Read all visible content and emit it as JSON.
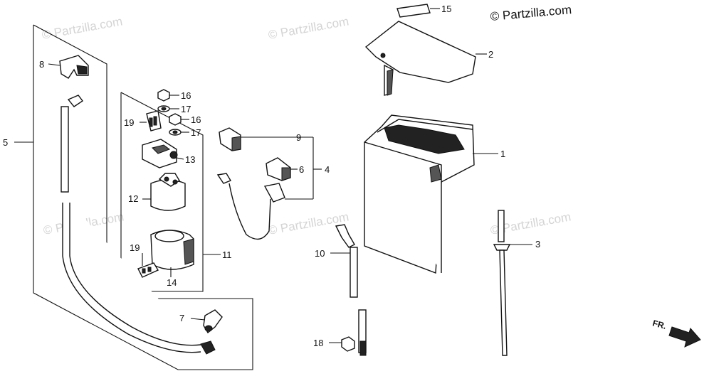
{
  "copyright": "© Partzilla.com",
  "watermark_text": "© Partzilla.com",
  "direction_label": "FR.",
  "callouts": [
    "1",
    "2",
    "3",
    "4",
    "5",
    "6",
    "7",
    "8",
    "9",
    "10",
    "11",
    "12",
    "13",
    "14",
    "15",
    "16",
    "16",
    "17",
    "17",
    "18",
    "19",
    "19"
  ],
  "colors": {
    "line": "#111111",
    "watermark": "#d4d4d4",
    "background": "#ffffff"
  }
}
